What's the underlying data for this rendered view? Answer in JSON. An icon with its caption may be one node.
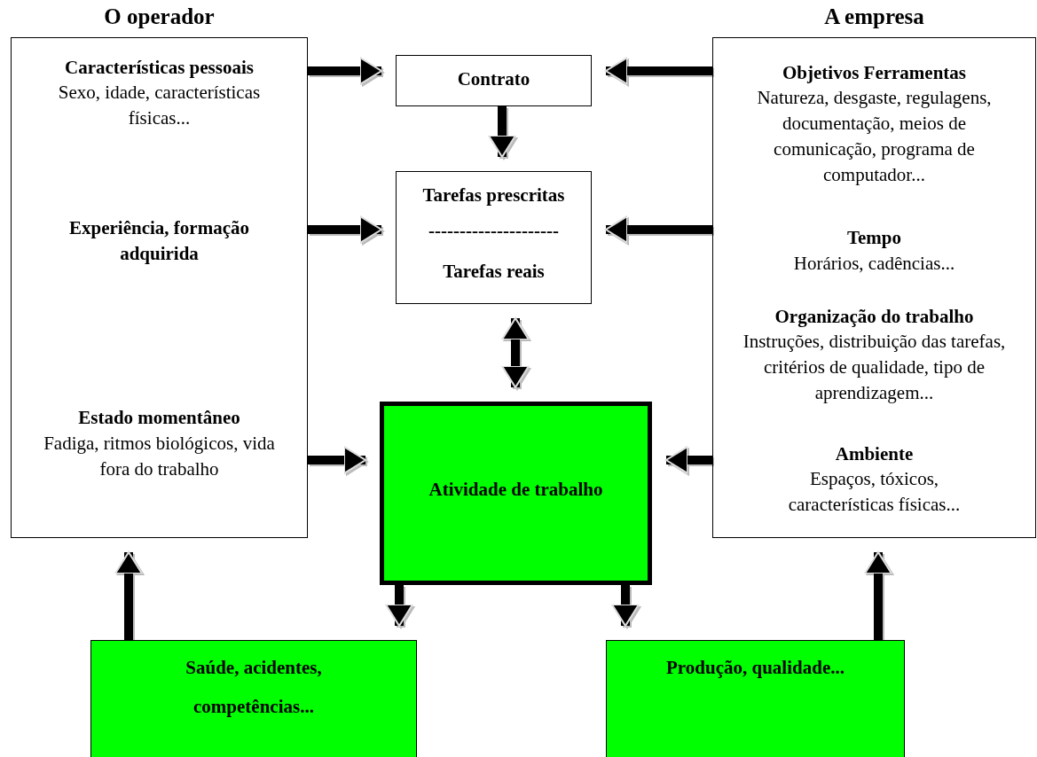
{
  "diagram": {
    "nodes": [
      {
        "text": [
          "O operador",
          "Características pessoais",
          "Sexo, idade, características físicas...",
          "Experiência, formação adquirida",
          "Estado momentâneo",
          "Fadiga, ritmos biológicos, vida fora do trabalho"
        ]
      },
      {
        "text": [
          "Contrato"
        ]
      },
      {
        "text": [
          "Tarefas prescritas",
          "---------------------",
          "Tarefas reais"
        ]
      },
      {
        "text": [
          "Atividade de trabalho"
        ]
      },
      {
        "text": [
          "A empresa",
          "Objetivos Ferramentas",
          "Natureza, desgaste, regulagens, documentação, meios de comunicação, programa de computador...",
          "Tempo",
          "Horários, cadências...",
          "Organização do trabalho",
          "Instruções, distribuição das tarefas, critérios de qualidade, tipo de aprendizagem...",
          "Ambiente",
          "Espaços, tóxicos, características físicas..."
        ]
      },
      {
        "text": [
          "Saúde, acidentes, competências..."
        ]
      },
      {
        "text": [
          "Produção, qualidade..."
        ]
      }
    ],
    "edges": [
      {
        "from": 0,
        "to": 1,
        "arrow": "to"
      },
      {
        "from": 4,
        "to": 1,
        "arrow": "to"
      },
      {
        "from": 1,
        "to": 2,
        "arrow": "to"
      },
      {
        "from": 0,
        "to": 2,
        "arrow": "to"
      },
      {
        "from": 4,
        "to": 2,
        "arrow": "to"
      },
      {
        "from": 2,
        "to": 3,
        "arrow": "both"
      },
      {
        "from": 0,
        "to": 3,
        "arrow": "to"
      },
      {
        "from": 4,
        "to": 3,
        "arrow": "to"
      },
      {
        "from": 3,
        "to": 5,
        "arrow": "to"
      },
      {
        "from": 3,
        "to": 6,
        "arrow": "to"
      },
      {
        "from": 5,
        "to": 0,
        "arrow": "to"
      },
      {
        "from": 6,
        "to": 4,
        "arrow": "to"
      }
    ]
  }
}
